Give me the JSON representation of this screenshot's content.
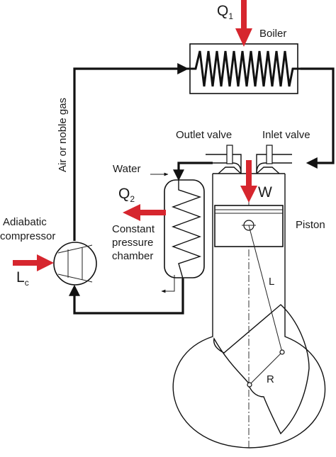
{
  "labels": {
    "q1": "Q",
    "q1_sub": "1",
    "boiler": "Boiler",
    "gas": "Air or noble gas",
    "outlet_valve": "Outlet valve",
    "inlet_valve": "Inlet valve",
    "water": "Water",
    "q2": "Q",
    "q2_sub": "2",
    "w": "W",
    "chamber_line1": "Constant",
    "chamber_line2": "pressure",
    "chamber_line3": "chamber",
    "compressor_line1": "Adiabatic",
    "compressor_line2": "compressor",
    "piston": "Piston",
    "lc": "L",
    "lc_sub": "c",
    "rod_length": "L",
    "crank_radius": "R"
  },
  "colors": {
    "heat_arrow": "#d6262e",
    "line": "#111111"
  }
}
